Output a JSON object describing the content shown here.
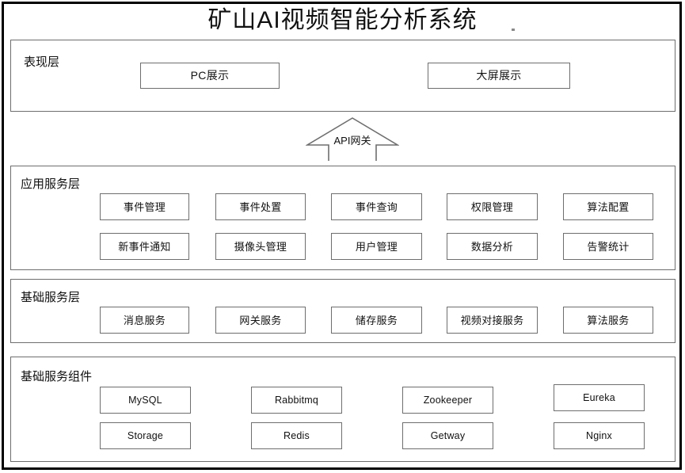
{
  "diagram": {
    "title": "矿山AI视频智能分析系统",
    "gateway": {
      "label": "API网关",
      "icon": "up-arrow-icon"
    },
    "layers": [
      {
        "id": "presentation",
        "label": "表现层",
        "nodes": [
          "PC展示",
          "大屏展示"
        ]
      },
      {
        "id": "application-service",
        "label": "应用服务层",
        "row1": [
          "事件管理",
          "事件处置",
          "事件查询",
          "权限管理",
          "算法配置"
        ],
        "row2": [
          "新事件通知",
          "摄像头管理",
          "用户管理",
          "数据分析",
          "告警统计"
        ]
      },
      {
        "id": "basic-service",
        "label": "基础服务层",
        "row1": [
          "消息服务",
          "网关服务",
          "储存服务",
          "视频对接服务",
          "算法服务"
        ]
      },
      {
        "id": "basic-components",
        "label": "基础服务组件",
        "row1": [
          "MySQL",
          "Rabbitmq",
          "Zookeeper",
          "Eureka"
        ],
        "row2": [
          "Storage",
          "Redis",
          "Getway",
          "Nginx"
        ]
      }
    ],
    "colors": {
      "frame": "#000000",
      "box_border": "#6e6e6e",
      "background": "#ffffff",
      "text": "#111111"
    }
  }
}
